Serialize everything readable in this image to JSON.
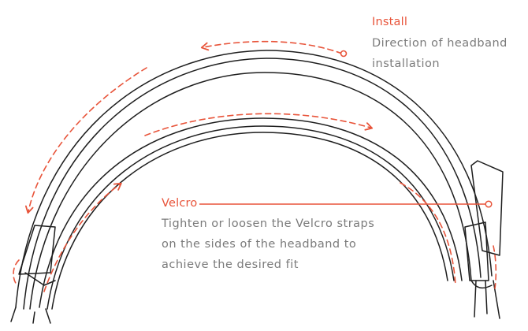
{
  "colors": {
    "accent": "#e8543a",
    "outline": "#1e1e1e",
    "caption": "#7a7a7a"
  },
  "install": {
    "title": "Install",
    "lines": [
      "Direction of headband",
      "installation"
    ]
  },
  "velcro": {
    "title": "Velcro",
    "lines": [
      "Tighten or loosen the Velcro straps",
      "on the sides of the headband to",
      "achieve the desired fit"
    ]
  }
}
